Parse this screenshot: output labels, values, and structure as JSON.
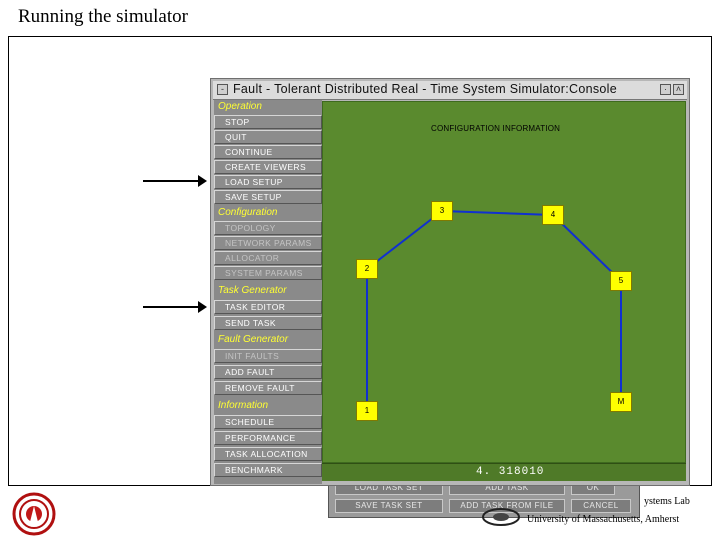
{
  "slide": {
    "title": "Running the simulator",
    "footer_lab": "ystems Lab",
    "footer_university": "University of Massachusetts, Amherst"
  },
  "back_window": {
    "buttons": [
      "LOAD TASK SET",
      "ADD TASK",
      "OK",
      "SAVE TASK SET",
      "ADD TASK FROM FILE",
      "CANCEL"
    ]
  },
  "window": {
    "title": "Fault - Tolerant Distributed Real - Time System Simulator:Console",
    "menu": {
      "operation": {
        "label": "Operation",
        "items": [
          "STOP",
          "QUIT",
          "CONTINUE",
          "CREATE VIEWERS",
          "LOAD SETUP",
          "SAVE SETUP"
        ]
      },
      "configuration": {
        "label": "Configuration",
        "items": [
          "TOPOLOGY",
          "NETWORK PARAMS",
          "ALLOCATOR",
          "SYSTEM PARAMS"
        ]
      },
      "task_generator": {
        "label": "Task Generator",
        "items": [
          "TASK EDITOR",
          "SEND TASK"
        ]
      },
      "fault_generator": {
        "label": "Fault Generator",
        "items": [
          "INIT FAULTS",
          "ADD FAULT",
          "REMOVE FAULT"
        ]
      },
      "information": {
        "label": "Information",
        "items": [
          "SCHEDULE",
          "PERFORMANCE",
          "TASK ALLOCATION",
          "BENCHMARK"
        ]
      }
    },
    "canvas": {
      "title": "CONFIGURATION INFORMATION",
      "nodes": [
        "1",
        "2",
        "3",
        "4",
        "5",
        "M"
      ],
      "node_color": "#ffff00",
      "link_color": "#1030d0",
      "background": "#5a8a2e"
    },
    "status_value": "4. 318010"
  }
}
